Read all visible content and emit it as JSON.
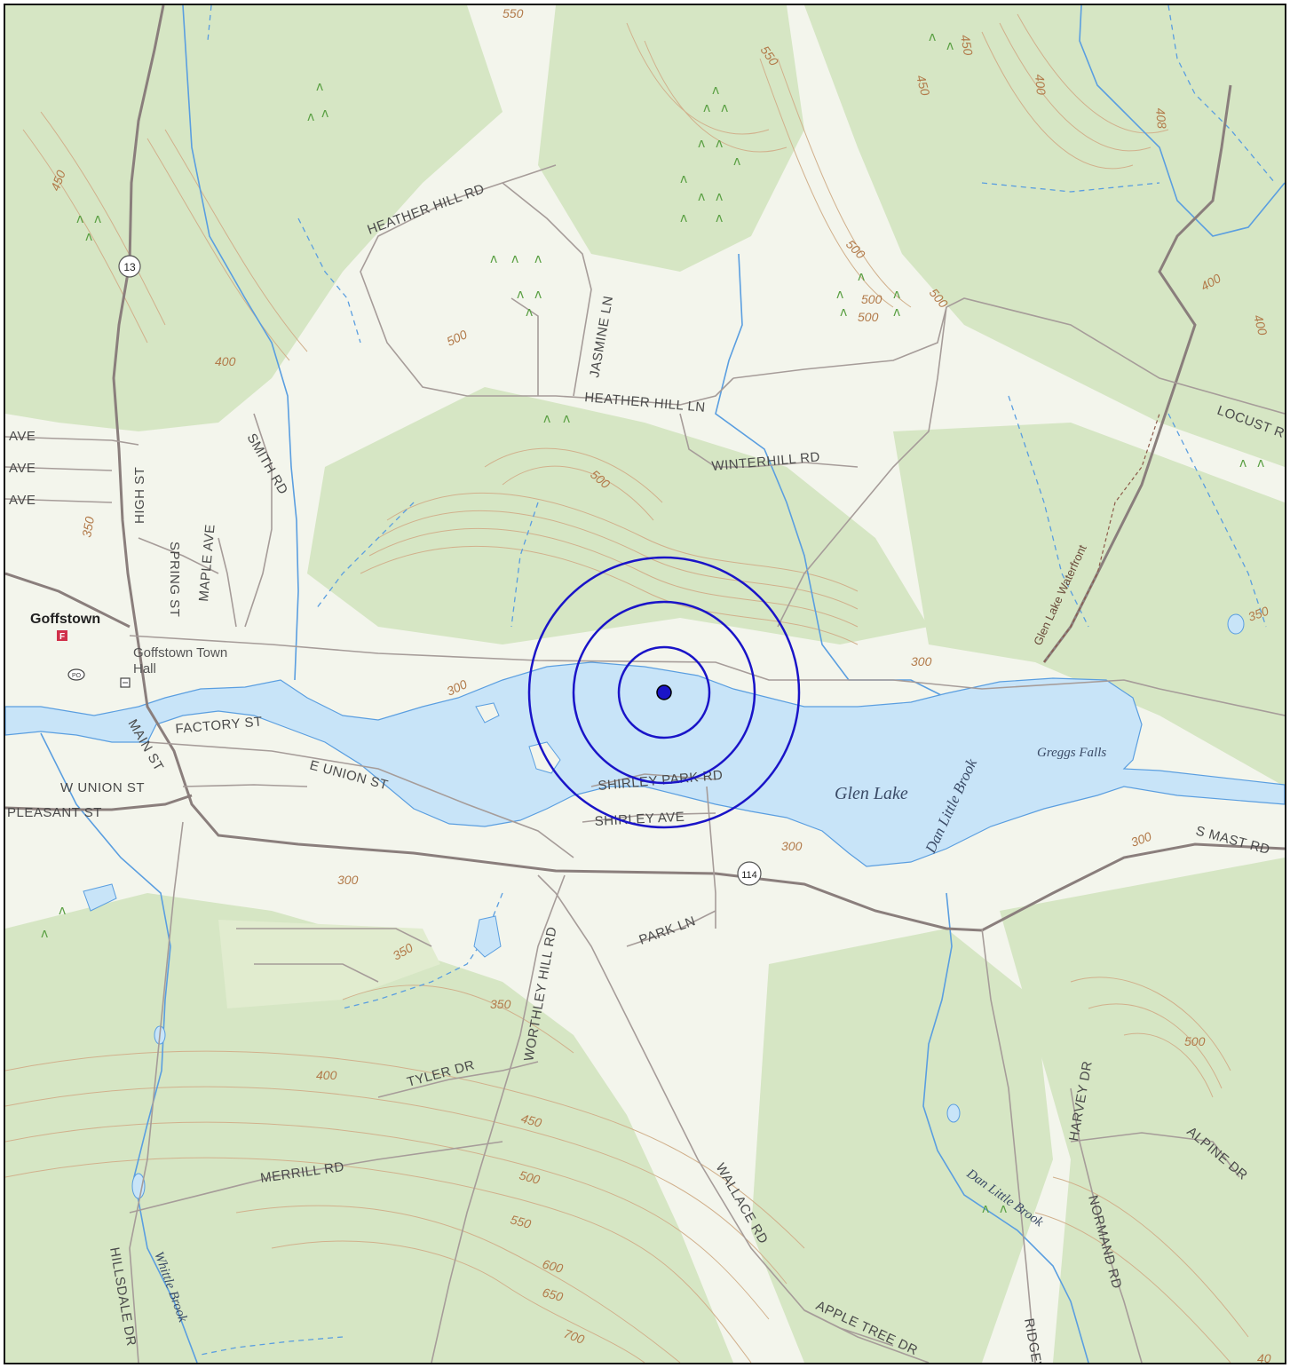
{
  "map": {
    "place_labels": {
      "goffstown": "Goffstown",
      "town_hall_line1": "Goffstown Town",
      "town_hall_line2": "Hall"
    },
    "water_labels": {
      "glen_lake": "Glen Lake",
      "greggs_falls": "Greggs Falls",
      "dan_little_brook_1": "Dan Little Brook",
      "dan_little_brook_2": "Dan Little Brook",
      "whittle_brook": "Whittle Brook"
    },
    "trail_labels": {
      "glen_lake_waterfront": "Glen Lake Waterfront"
    },
    "road_labels": {
      "heather_hill_rd": "HEATHER HILL RD",
      "jasmine_ln": "JASMINE LN",
      "heather_hill_ln": "HEATHER HILL LN",
      "winterhill_rd": "WINTERHILL RD",
      "smith_rd": "SMITH RD",
      "high_st": "HIGH ST",
      "spring_st": "SPRING ST",
      "maple_ave": "MAPLE AVE",
      "main_st": "MAIN ST",
      "factory_st": "FACTORY ST",
      "e_union_st": "E UNION ST",
      "w_union_st": "W UNION ST",
      "pleasant_st": "PLEASANT ST",
      "shirley_park_rd": "SHIRLEY PARK RD",
      "shirley_ave": "SHIRLEY AVE",
      "park_ln": "PARK LN",
      "worthley_hill_rd": "WORTHLEY HILL RD",
      "tyler_dr": "TYLER DR",
      "merrill_rd": "MERRILL RD",
      "hillsdale_dr": "HILLSDALE DR",
      "wallace_rd": "WALLACE RD",
      "apple_tree_dr": "APPLE TREE DR",
      "ridgew": "RIDGEW",
      "normand_rd": "NORMAND RD",
      "harvey_dr": "HARVEY DR",
      "alpine_dr": "ALPINE DR",
      "s_mast_rd": "S MAST RD",
      "locust_r": "LOCUST R",
      "ave_1": "AVE",
      "ave_2": "AVE",
      "ave_3": "AVE"
    },
    "route_shields": {
      "route_13": "13",
      "route_114": "114"
    },
    "contour_labels": {
      "c550_top": "550",
      "c550_a": "550",
      "c450_a": "450",
      "c450_b": "450",
      "c450_c": "450",
      "c400_a": "400",
      "c400_b": "400",
      "c400_c": "400",
      "c408": "408",
      "c500_a": "500",
      "c500_b": "500",
      "c500_c": "500",
      "c500_d": "500",
      "c500_e": "500",
      "c500_f": "500",
      "c350_a": "350",
      "c350_b": "350",
      "c350_c": "350",
      "c350_d": "350",
      "c300_a": "300",
      "c300_b": "300",
      "c300_c": "300",
      "c300_d": "300",
      "c300_e": "300",
      "c400_d": "400",
      "c450_d": "450",
      "c500_g": "500",
      "c550_b": "550",
      "c600": "600",
      "c650": "650",
      "c700": "700",
      "c500_h": "500",
      "c40": "40"
    },
    "marker": {
      "ring_color": "#1a14c8",
      "dot_color": "#1a14c8"
    },
    "colors": {
      "water": "#c8e4f8",
      "water_line": "#5a9ee0",
      "forest": "#d6e6c4",
      "road": "#8a7e7c",
      "contour": "#d1b08c"
    }
  }
}
